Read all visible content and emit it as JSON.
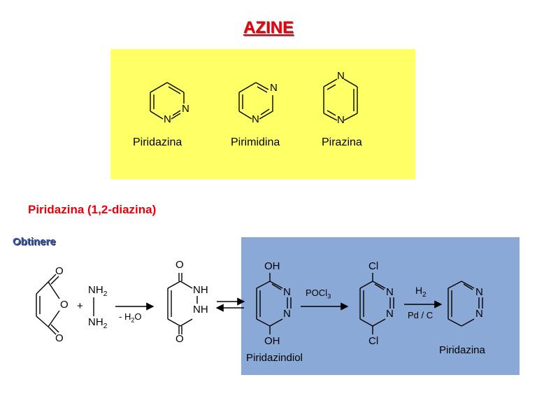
{
  "title": "AZINE",
  "azines": [
    {
      "name": "Piridazina"
    },
    {
      "name": "Pirimidina"
    },
    {
      "name": "Pirazina"
    }
  ],
  "section_title": "Piridazina (1,2-diazina)",
  "obtinere_label": "Obtinere",
  "atoms": {
    "N": "N",
    "O": "O",
    "OH": "OH",
    "Cl": "Cl",
    "NH": "NH",
    "NH2": "NH2"
  },
  "reaction": {
    "plus": "+",
    "water_loss": "- H2O",
    "reagent_pocl3": "POCl3",
    "reagent_h2": "H2",
    "catalyst": "Pd / C",
    "intermediate_name": "Piridazindiol",
    "product_name": "Piridazina"
  },
  "colors": {
    "title": "#e8000b",
    "yellow_box": "#ffff66",
    "blue_box": "#8aa9d6",
    "obtinere": "#3355aa"
  }
}
